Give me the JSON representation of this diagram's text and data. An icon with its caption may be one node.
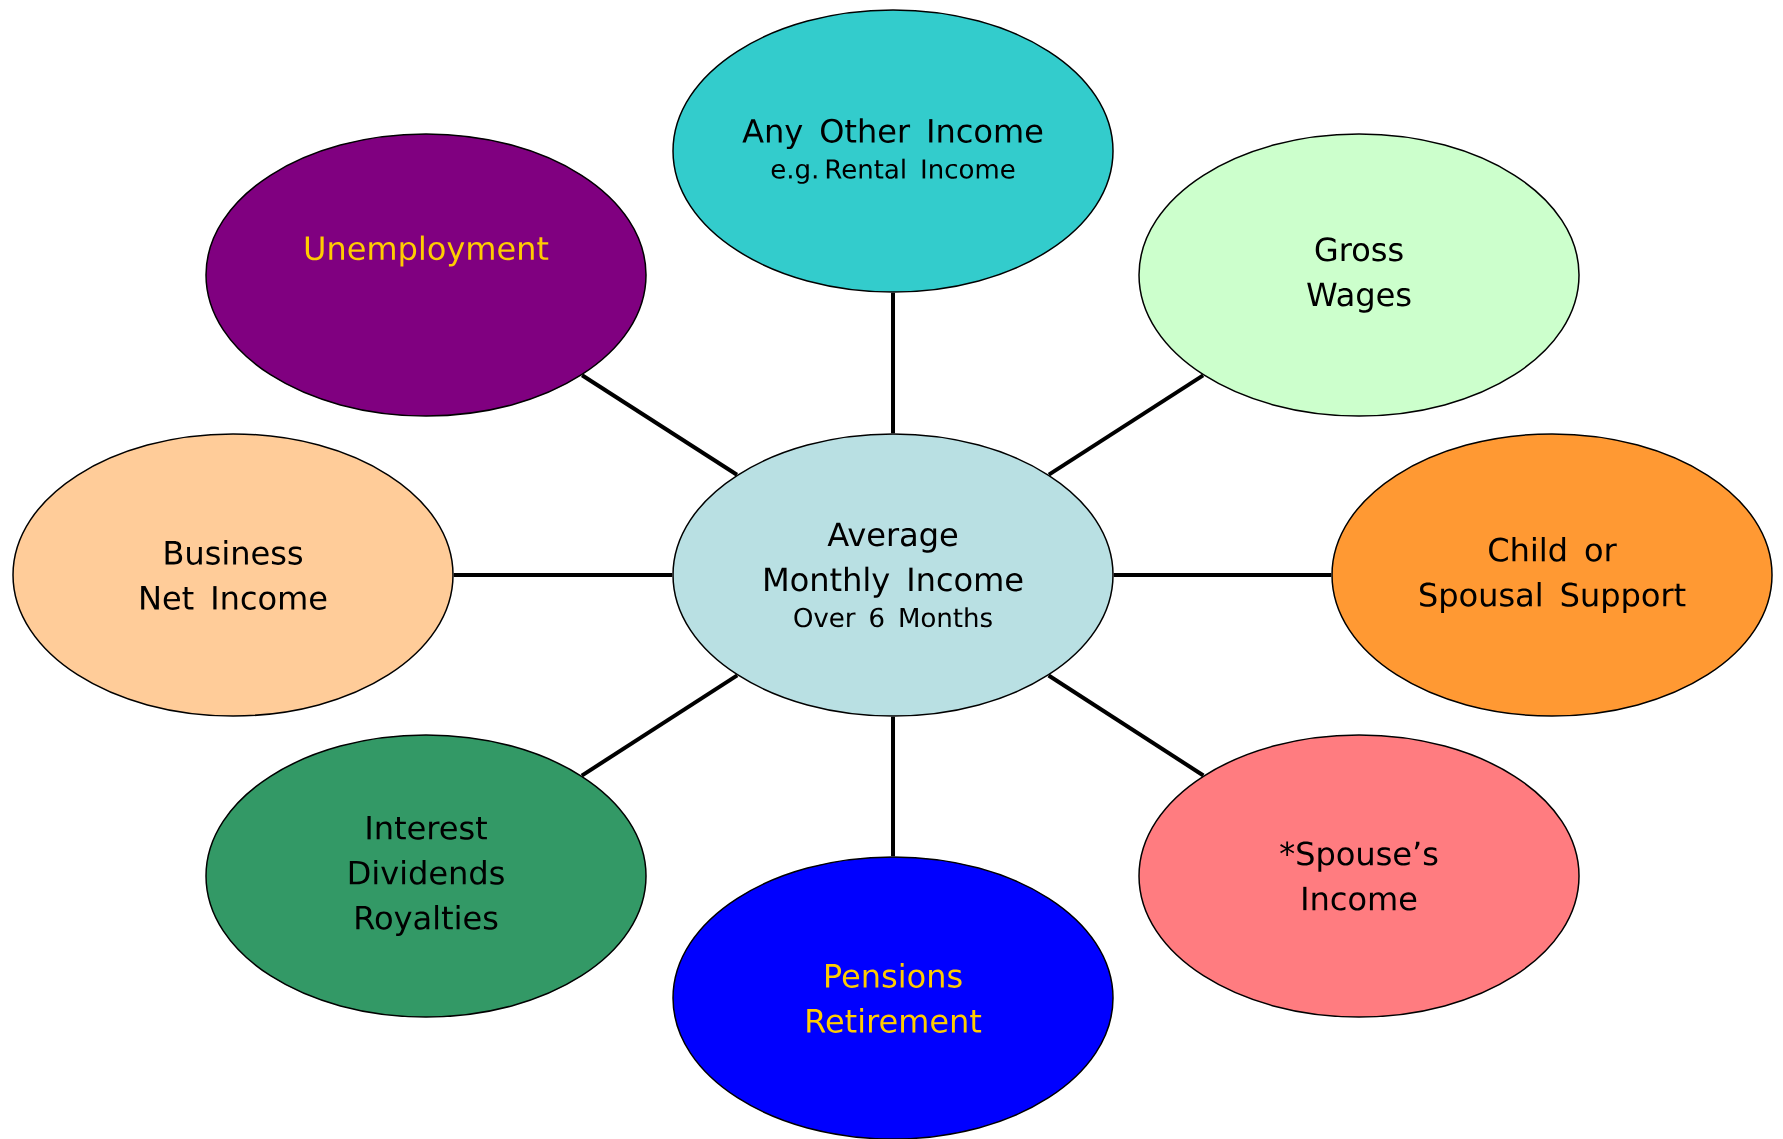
{
  "diagram": {
    "nodes": [
      {
        "text": [
          "Any Other Income",
          "e.g. Rental Income"
        ]
      },
      {
        "text": [
          "Unemployment"
        ]
      },
      {
        "text": [
          "Gross Wages"
        ]
      },
      {
        "text": [
          "Business Net Income"
        ]
      },
      {
        "text": [
          "Average Monthly Income",
          "Over 6 Months"
        ]
      },
      {
        "text": [
          "Child or Spousal Support"
        ]
      },
      {
        "text": [
          "Interest Dividends Royalties"
        ]
      },
      {
        "text": [
          "*Spouse’s Income"
        ]
      },
      {
        "text": [
          "Pensions Retirement"
        ]
      }
    ],
    "edges": [
      {
        "from": 4,
        "to": 0,
        "arrow": "none"
      },
      {
        "from": 4,
        "to": 1,
        "arrow": "none"
      },
      {
        "from": 4,
        "to": 2,
        "arrow": "none"
      },
      {
        "from": 4,
        "to": 3,
        "arrow": "none"
      },
      {
        "from": 4,
        "to": 5,
        "arrow": "none"
      },
      {
        "from": 4,
        "to": 6,
        "arrow": "none"
      },
      {
        "from": 4,
        "to": 7,
        "arrow": "none"
      },
      {
        "from": 4,
        "to": 8,
        "arrow": "none"
      }
    ]
  }
}
